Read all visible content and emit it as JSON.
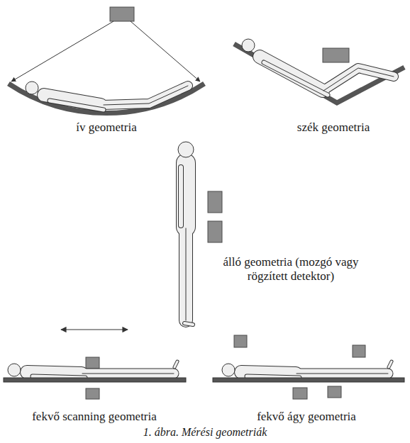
{
  "diagram": {
    "caption": "1. ábra. Mérési geometriák",
    "labels": [
      "ív geometria",
      "szék geometria",
      "álló geometria (mozgó vagy rögzített detektor)",
      "fekvő scanning geometria",
      "fekvő ágy geometria"
    ]
  }
}
